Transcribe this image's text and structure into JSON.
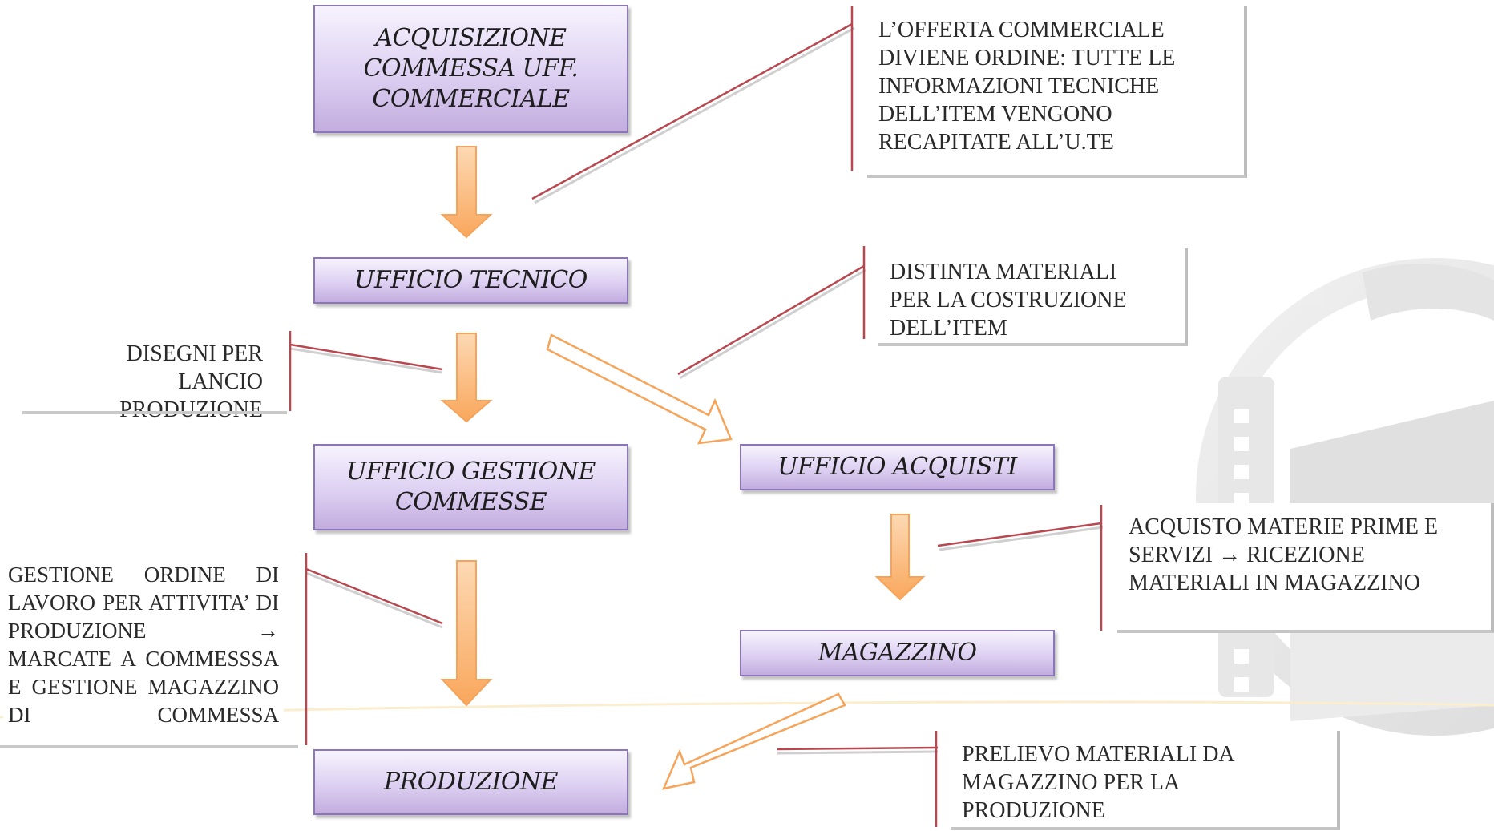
{
  "boxes": {
    "acquisizione": "ACQUISIZIONE\nCOMMESSA UFF.\nCOMMERCIALE",
    "ufficio_tecnico": "UFFICIO TECNICO",
    "gestione_commesse": "UFFICIO GESTIONE\nCOMMESSE",
    "produzione": "PRODUZIONE",
    "acquisti": "UFFICIO ACQUISTI",
    "magazzino": "MAGAZZINO"
  },
  "notes": {
    "offerta": "L’OFFERTA COMMERCIALE\nDIVIENE ORDINE: TUTTE LE\nINFORMAZIONI TECNICHE\nDELL’ITEM VENGONO\nRECAPITATE ALL’U.TE",
    "distinta": "DISTINTA MATERIALI\nPER LA COSTRUZIONE\nDELL’ITEM",
    "disegni": "DISEGNI PER\nLANCIO\nPRODUZIONE",
    "acquisto": "ACQUISTO MATERIE PRIME E\nSERVIZI → RICEZIONE\nMATERIALI IN MAGAZZINO",
    "gestione_ordine": "GESTIONE ORDINE DI LAVORO PER ATTIVITA’ DI PRODUZIONE → MARCATE A COMMESSSA E GESTIONE MAGAZZINO DI COMMESSA",
    "prelievo": "PRELIEVO MATERIALI DA\nMAGAZZINO PER LA\nPRODUZIONE"
  },
  "colors": {
    "arrow_fill": "#fbc188",
    "arrow_stroke": "#f6a45a",
    "connector": "#b8474f",
    "box_border": "#8a76b8"
  }
}
